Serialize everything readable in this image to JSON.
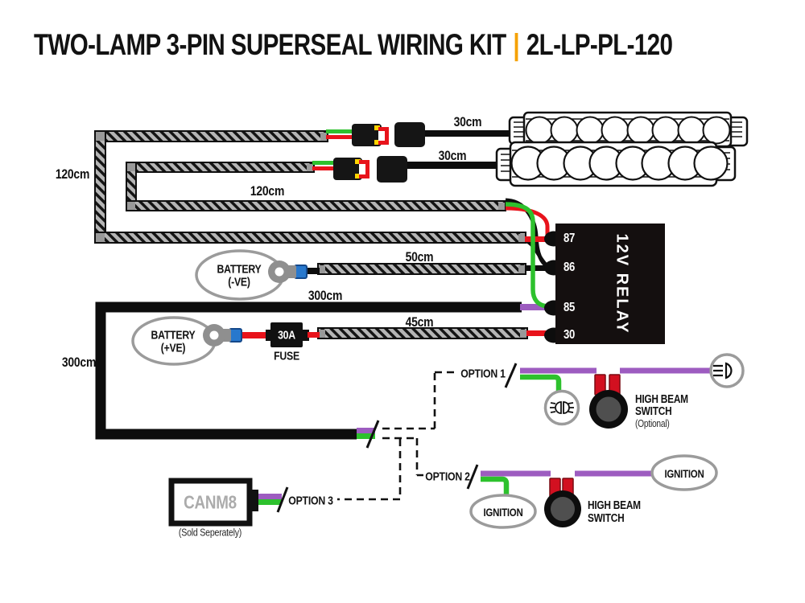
{
  "title": {
    "main": "TWO-LAMP 3-PIN SUPERSEAL WIRING KIT",
    "separator": "|",
    "code": "2L-LP-PL-120"
  },
  "colors": {
    "accent_orange": "#F5A100",
    "wire_green": "#2DC12D",
    "wire_red": "#E8131B",
    "wire_purple": "#9D5CC0",
    "crimp_blue": "#2878CD",
    "outline_gray": "#9B9B9B",
    "relay_black": "#140F0F"
  },
  "lengths": {
    "loop_outer": "120cm",
    "loop_inner": "120cm",
    "lamp1_lead": "30cm",
    "lamp2_lead": "30cm",
    "battery_negative_lead": "50cm",
    "switch_feed_top": "300cm",
    "battery_positive_lead": "45cm",
    "switch_feed_left": "300cm"
  },
  "relay": {
    "title": "12V RELAY",
    "pins": [
      "87",
      "86",
      "85",
      "30"
    ]
  },
  "battery_negative": {
    "line1": "BATTERY",
    "line2": "(-VE)"
  },
  "battery_positive": {
    "line1": "BATTERY",
    "line2": "(+VE)"
  },
  "fuse": {
    "rating": "30A",
    "label": "FUSE"
  },
  "options": {
    "option1": "OPTION 1",
    "option2": "OPTION 2",
    "option3": "OPTION 3"
  },
  "switch_optional": {
    "line1": "HIGH BEAM",
    "line2": "SWITCH",
    "note": "(Optional)"
  },
  "switch_main": {
    "line1": "HIGH BEAM",
    "line2": "SWITCH"
  },
  "ignition_left": "IGNITION",
  "ignition_right": "IGNITION",
  "canm8": {
    "label": "CANM8",
    "note": "(Sold Seperately)"
  }
}
